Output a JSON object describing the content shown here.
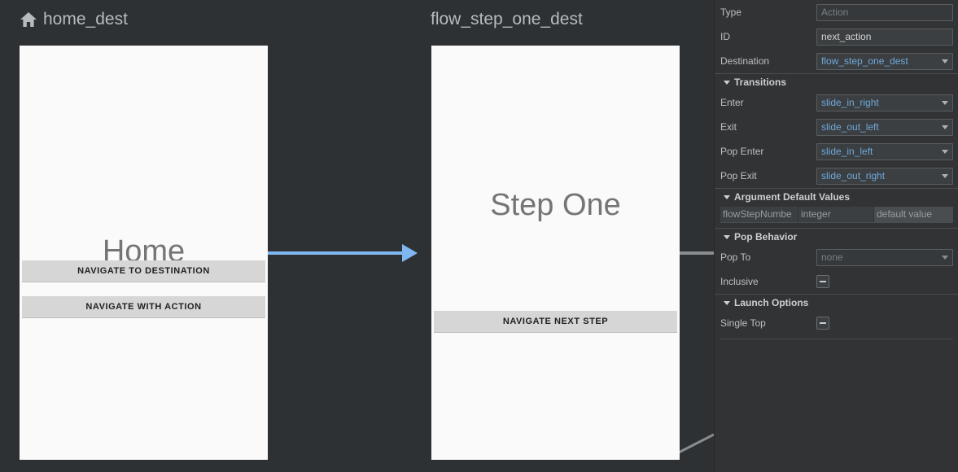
{
  "canvas": {
    "destinations": [
      {
        "id": "home_dest",
        "title": "home_dest",
        "icon": "home-icon",
        "screen_title": "Home",
        "buttons": [
          {
            "label": "NAVIGATE TO DESTINATION"
          },
          {
            "label": "NAVIGATE WITH ACTION"
          }
        ]
      },
      {
        "id": "flow_step_one_dest",
        "title": "flow_step_one_dest",
        "icon": "",
        "screen_title": "Step One",
        "buttons": [
          {
            "label": "NAVIGATE NEXT STEP"
          }
        ]
      }
    ],
    "colors": {
      "canvas_bg": "#2d3134",
      "card_bg": "#fafafa",
      "action_arrow": "#7fb8f0",
      "wire_gray": "#8a8d8f"
    }
  },
  "panel": {
    "fields": [
      {
        "label": "Type",
        "value": "Action",
        "style": "muted",
        "control": "text"
      },
      {
        "label": "ID",
        "value": "next_action",
        "style": "normal",
        "control": "text"
      },
      {
        "label": "Destination",
        "value": "flow_step_one_dest",
        "style": "link",
        "control": "dropdown"
      }
    ],
    "transitions": {
      "title": "Transitions",
      "rows": [
        {
          "label": "Enter",
          "value": "slide_in_right",
          "style": "link",
          "control": "dropdown"
        },
        {
          "label": "Exit",
          "value": "slide_out_left",
          "style": "link",
          "control": "dropdown"
        },
        {
          "label": "Pop Enter",
          "value": "slide_in_left",
          "style": "link",
          "control": "dropdown"
        },
        {
          "label": "Pop Exit",
          "value": "slide_out_right",
          "style": "link",
          "control": "dropdown"
        }
      ]
    },
    "arguments": {
      "title": "Argument Default Values",
      "row": {
        "name": "flowStepNumbe",
        "type": "integer",
        "default": "default value"
      }
    },
    "pop_behavior": {
      "title": "Pop Behavior",
      "pop_to": {
        "label": "Pop To",
        "value": "none",
        "style": "muted",
        "control": "dropdown"
      },
      "inclusive": {
        "label": "Inclusive",
        "state": "unchecked"
      }
    },
    "launch_options": {
      "title": "Launch Options",
      "single_top": {
        "label": "Single Top",
        "state": "unchecked"
      }
    }
  }
}
